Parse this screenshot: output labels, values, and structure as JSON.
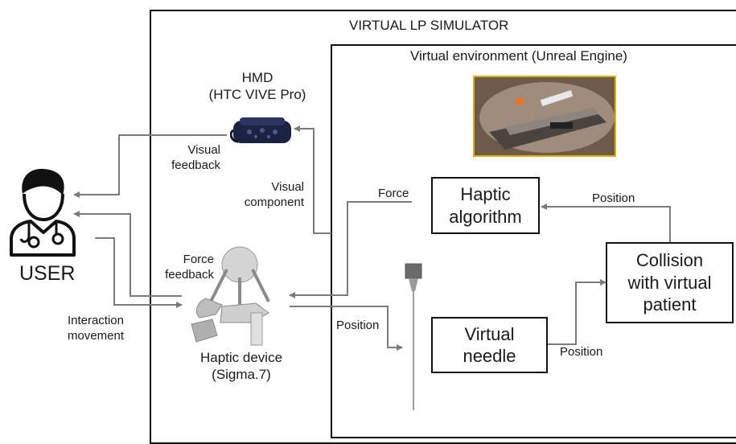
{
  "simulator": {
    "title": "VIRTUAL LP SIMULATOR"
  },
  "environment": {
    "title": "Virtual environment (Unreal Engine)"
  },
  "user": {
    "label": "USER"
  },
  "hmd": {
    "line1": "HMD",
    "line2": "(HTC VIVE Pro)"
  },
  "haptic_device": {
    "line1": "Haptic device",
    "line2": "(Sigma.7)"
  },
  "boxes": {
    "haptic_algorithm": {
      "line1": "Haptic",
      "line2": "algorithm"
    },
    "virtual_needle": {
      "line1": "Virtual",
      "line2": "needle"
    },
    "collision": {
      "line1": "Collision",
      "line2": "with virtual",
      "line3": "patient"
    }
  },
  "arrow_labels": {
    "visual_feedback": {
      "line1": "Visual",
      "line2": "feedback"
    },
    "visual_component": {
      "line1": "Visual",
      "line2": "component"
    },
    "force": "Force",
    "force_feedback": {
      "line1": "Force",
      "line2": "feedback"
    },
    "interaction_movement": {
      "line1": "Interaction",
      "line2": "movement"
    },
    "position_device_needle": "Position",
    "position_needle_collision": "Position",
    "position_collision_algorithm": "Position"
  },
  "colors": {
    "border": "#111111",
    "arrow": "#7a7a7a",
    "screenshot_border": "#e0b000"
  }
}
